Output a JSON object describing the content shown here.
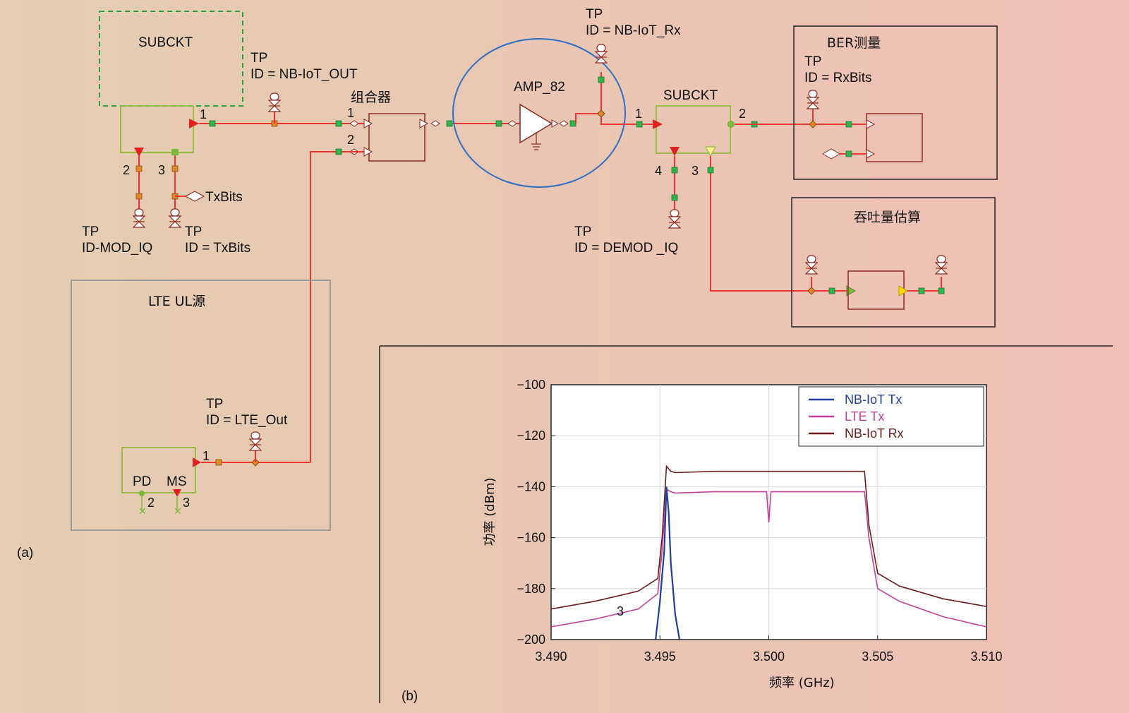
{
  "figure_labels": {
    "a": "(a)",
    "b": "(b)"
  },
  "schematic": {
    "subckt_top": "SUBCKT",
    "tp_nbiot_out": {
      "tp": "TP",
      "id": "ID = NB-IoT_OUT"
    },
    "combiner": "组合器",
    "amp": "AMP_82",
    "tp_nbiot_rx": {
      "tp": "TP",
      "id": "ID = NB-IoT_Rx"
    },
    "subckt_rx": "SUBCKT",
    "ber_block": "BER测量",
    "tp_rxbits": {
      "tp": "TP",
      "id": "ID = RxBits"
    },
    "throughput_block": "吞吐量估算",
    "tp_mod_iq": {
      "tp": "TP",
      "id": "ID-MOD_IQ"
    },
    "tp_txbits": {
      "tp": "TP",
      "id": "ID = TxBits"
    },
    "txbits_port": "TxBits",
    "tp_demod_iq": {
      "tp": "TP",
      "id": "ID = DEMOD _IQ"
    },
    "lte_source": "LTE UL源",
    "tp_lte_out": {
      "tp": "TP",
      "id": "ID = LTE_Out"
    },
    "pd_label": "PD",
    "ms_label": "MS",
    "pins": {
      "p1": "1",
      "p2": "2",
      "p3": "3",
      "p4": "4"
    }
  },
  "chart_data": {
    "type": "line",
    "title": "",
    "xlabel": "频率 (GHz)",
    "ylabel": "功率 (dBm)",
    "xlim": [
      3.49,
      3.51
    ],
    "ylim": [
      -200,
      -100
    ],
    "xticks": [
      "3.490",
      "3.495",
      "3.500",
      "3.505",
      "3.510"
    ],
    "yticks": [
      "−100",
      "−120",
      "−140",
      "−160",
      "−180",
      "−200"
    ],
    "xtick_values": [
      3.49,
      3.495,
      3.5,
      3.505,
      3.51
    ],
    "ytick_values": [
      -100,
      -120,
      -140,
      -160,
      -180,
      -200
    ],
    "grid": true,
    "legend_position": "top-right",
    "annotation": "3",
    "series": [
      {
        "name": "NB-IoT Tx",
        "color": "#1f3f9a",
        "x": [
          3.4948,
          3.495,
          3.4952,
          3.4953,
          3.4954,
          3.4955,
          3.4957,
          3.4959
        ],
        "y": [
          -200,
          -185,
          -165,
          -140,
          -150,
          -170,
          -190,
          -200
        ]
      },
      {
        "name": "LTE Tx",
        "color": "#c0409a",
        "x": [
          3.49,
          3.492,
          3.494,
          3.4949,
          3.4951,
          3.4953,
          3.4955,
          3.4957,
          3.4975,
          3.4999,
          3.5,
          3.5001,
          3.5025,
          3.5044,
          3.5046,
          3.505,
          3.506,
          3.508,
          3.51
        ],
        "y": [
          -195,
          -192,
          -188,
          -182,
          -165,
          -141,
          -142,
          -142.5,
          -142,
          -142,
          -154,
          -142,
          -142,
          -142,
          -160,
          -180,
          -185,
          -191,
          -195
        ]
      },
      {
        "name": "NB-IoT Rx",
        "color": "#6a1e1e",
        "x": [
          3.49,
          3.492,
          3.494,
          3.4949,
          3.4951,
          3.4953,
          3.4955,
          3.4957,
          3.4975,
          3.5,
          3.5025,
          3.5044,
          3.5046,
          3.505,
          3.506,
          3.508,
          3.51
        ],
        "y": [
          -188,
          -185,
          -181,
          -176,
          -160,
          -132,
          -134,
          -134.5,
          -134,
          -134,
          -134,
          -134,
          -155,
          -174,
          -179,
          -184,
          -187
        ]
      }
    ]
  }
}
